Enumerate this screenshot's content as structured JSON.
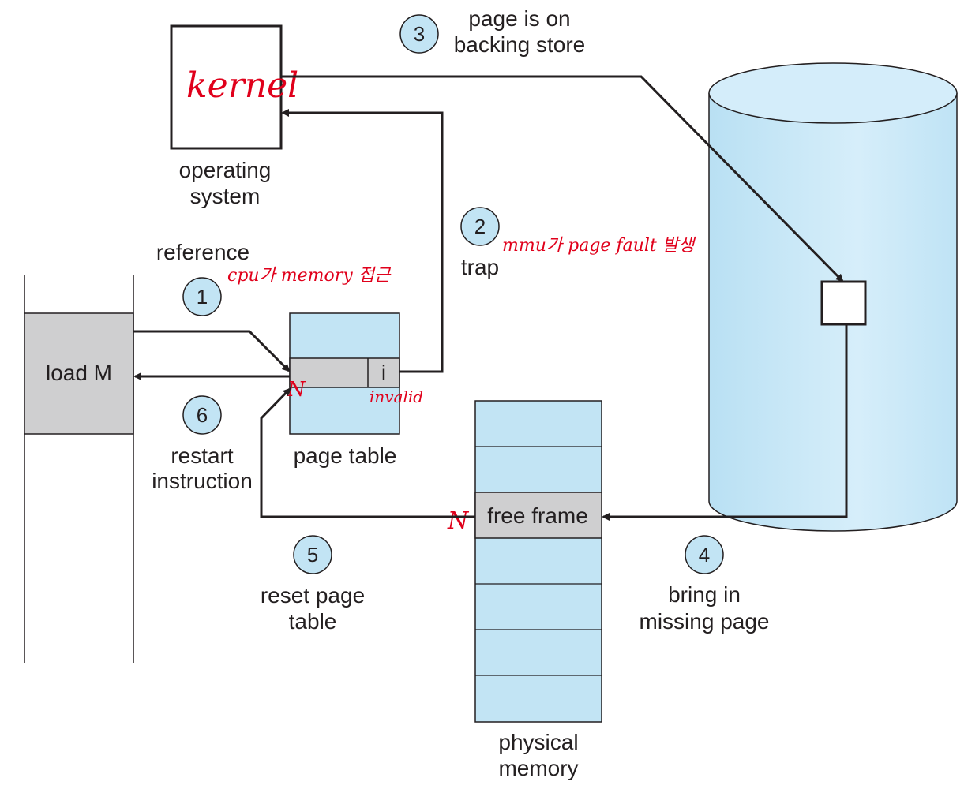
{
  "labels": {
    "operating_system": [
      "operating",
      "system"
    ],
    "reference": "reference",
    "trap": "trap",
    "page_on_store": [
      "page is on",
      "backing store"
    ],
    "load_m": "load M",
    "invalid_bit": "i",
    "page_table": "page table",
    "restart": [
      "restart",
      "instruction"
    ],
    "reset": [
      "reset page",
      "table"
    ],
    "free_frame": "free frame",
    "bring_in": [
      "bring in",
      "missing page"
    ],
    "physical_memory": [
      "physical",
      "memory"
    ]
  },
  "steps": [
    "1",
    "2",
    "3",
    "4",
    "5",
    "6"
  ],
  "annotations": {
    "kernel": "kernel",
    "cpu_access": "cpu가 memory 접근",
    "mmu_fault": "mmu가 page fault 발생",
    "invalid": "invalid",
    "n_page_table": "N",
    "n_frame": "N"
  },
  "colors": {
    "table_fill": "#c2e4f4",
    "disk_fill": "#c7e8f8",
    "gray_fill": "#cfcfd0",
    "line": "#231f20",
    "handwriting": "#e0001b"
  }
}
